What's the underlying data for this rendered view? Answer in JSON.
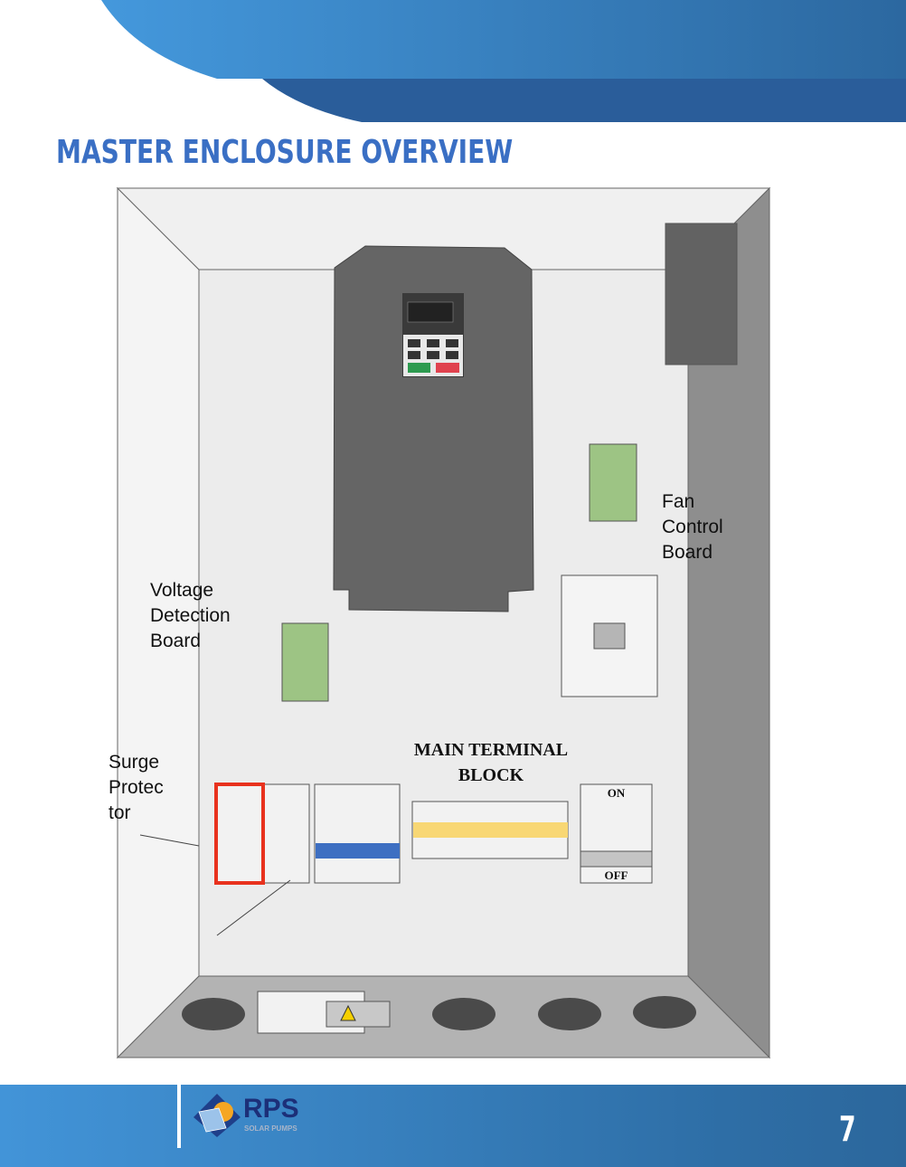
{
  "page": {
    "title": "MASTER ENCLOSURE OVERVIEW",
    "page_number": "7"
  },
  "labels": {
    "fan_control_board": "Fan\nControl\nBoard",
    "voltage_detection_board": "Voltage\nDetection\nBoard",
    "surge_protector": "Surge\nProtec\ntor",
    "main_terminal_block": "MAIN TERMINAL\nBLOCK",
    "switch_on": "ON",
    "switch_off": "OFF"
  },
  "logo": {
    "brand": "RPS",
    "tagline": "SOLAR PUMPS"
  },
  "colors": {
    "primary": "#3a6fc4",
    "header_dark": "#2a5d9a",
    "board_green": "#9dc484",
    "highlight_red": "#e8321e",
    "terminal_yellow": "#f8d774",
    "terminal_blue": "#3d6fc2"
  }
}
